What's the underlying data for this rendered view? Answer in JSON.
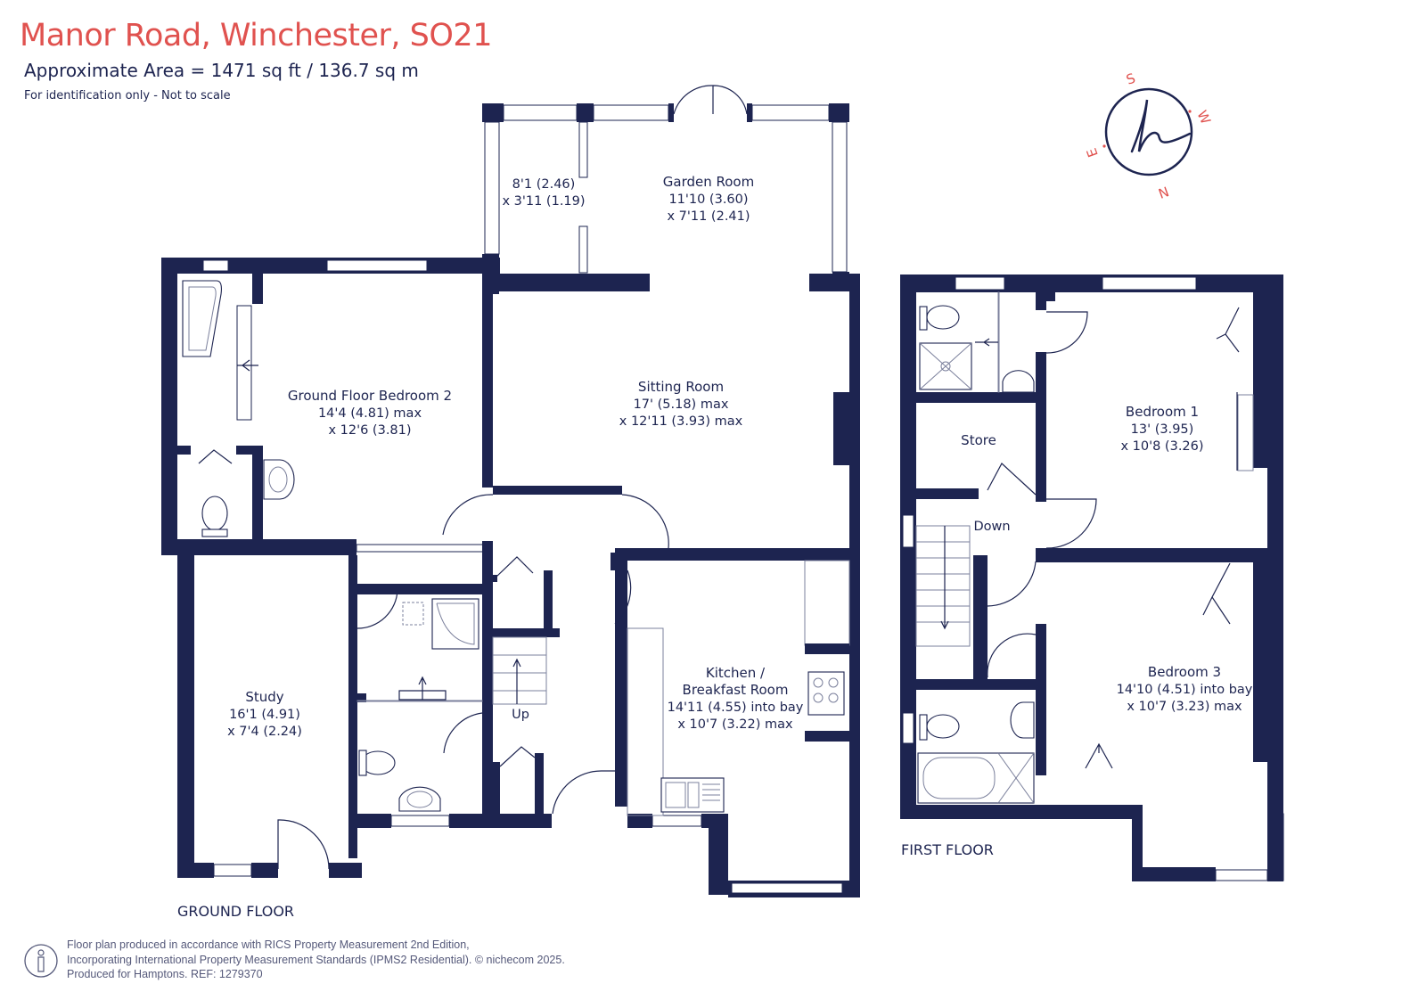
{
  "header": {
    "title": "Manor Road, Winchester, SO21",
    "area": "Approximate Area = 1471 sq ft / 136.7 sq m",
    "identification": "For identification only - Not to scale"
  },
  "rooms": {
    "garden_room": {
      "name": "Garden Room",
      "dim1": "11'10 (3.60)",
      "dim2": "x 7'11 (2.41)"
    },
    "garden_side": {
      "dim1": "8'1 (2.46)",
      "dim2": "x 3'11 (1.19)"
    },
    "sitting_room": {
      "name": "Sitting Room",
      "dim1": "17' (5.18) max",
      "dim2": "x 12'11 (3.93) max"
    },
    "bedroom2": {
      "name": "Ground Floor Bedroom 2",
      "dim1": "14'4 (4.81) max",
      "dim2": "x 12'6 (3.81)"
    },
    "study": {
      "name": "Study",
      "dim1": "16'1 (4.91)",
      "dim2": "x 7'4 (2.24)"
    },
    "kitchen": {
      "name": "Kitchen /",
      "name2": "Breakfast Room",
      "dim1": "14'11 (4.55) into bay",
      "dim2": "x 10'7 (3.22) max"
    },
    "bedroom1": {
      "name": "Bedroom 1",
      "dim1": "13' (3.95)",
      "dim2": "x 10'8 (3.26)"
    },
    "bedroom3": {
      "name": "Bedroom 3",
      "dim1": "14'10 (4.51) into bay",
      "dim2": "x 10'7 (3.23) max"
    },
    "store": {
      "name": "Store"
    }
  },
  "stairs": {
    "up": "Up",
    "down": "Down"
  },
  "floors": {
    "ground": "GROUND FLOOR",
    "first": "FIRST FLOOR"
  },
  "compass": {
    "n": "N",
    "s": "S",
    "e": "E",
    "w": "W"
  },
  "footer": {
    "line1": "Floor plan produced in accordance with RICS Property Measurement 2nd Edition,",
    "line2": "Incorporating International Property Measurement Standards (IPMS2 Residential).  © nichecom 2025.",
    "line3": "Produced for Hamptons.   REF:   1279370"
  },
  "colors": {
    "wall": "#1d2450",
    "title": "#e0524f",
    "fixture": "#8a8fa8"
  }
}
